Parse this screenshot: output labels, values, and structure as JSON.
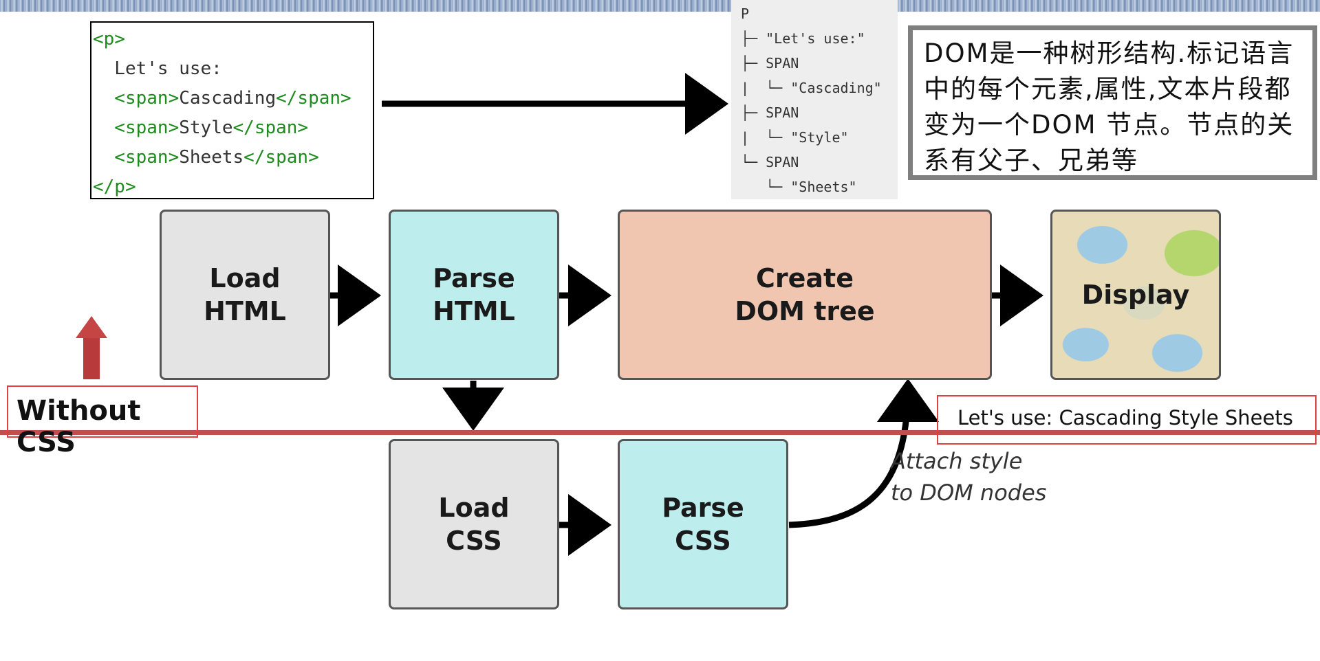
{
  "code_snippet": {
    "lines": [
      {
        "tag_open": "<p>",
        "text": "",
        "tag_close": ""
      },
      {
        "tag_open": "",
        "text": "  Let's use:",
        "tag_close": ""
      },
      {
        "tag_open": "  <span>",
        "text": "Cascading",
        "tag_close": "</span>"
      },
      {
        "tag_open": "  <span>",
        "text": "Style",
        "tag_close": "</span>"
      },
      {
        "tag_open": "  <span>",
        "text": "Sheets",
        "tag_close": "</span>"
      },
      {
        "tag_open": "</p>",
        "text": "",
        "tag_close": ""
      }
    ]
  },
  "dom_tree": {
    "lines": [
      "P",
      "├─ \"Let's use:\"",
      "├─ SPAN",
      "|  └─ \"Cascading\"",
      "├─ SPAN",
      "|  └─ \"Style\"",
      "└─ SPAN",
      "   └─ \"Sheets\""
    ]
  },
  "note": {
    "text": "DOM是一种树形结构.标记语言中的每个元素,属性,文本片段都变为一个DOM 节点。节点的关系有父子、兄弟等"
  },
  "boxes": {
    "load_html": "Load\nHTML",
    "parse_html": "Parse\nHTML",
    "create_dom": "Create\nDOM tree",
    "display": "Display",
    "load_css": "Load\nCSS",
    "parse_css": "Parse\nCSS"
  },
  "labels": {
    "without_css": "Without CSS",
    "lets_use": "Let's use: Cascading Style Sheets",
    "attach_line1": "Attach style",
    "attach_line2": "to DOM nodes"
  },
  "colors": {
    "gray_box": "#e4e4e4",
    "cyan_box": "#bdeeed",
    "salmon_box": "#f0c6b0",
    "divider_red": "#c0504d",
    "highlight_red": "#e04040"
  }
}
